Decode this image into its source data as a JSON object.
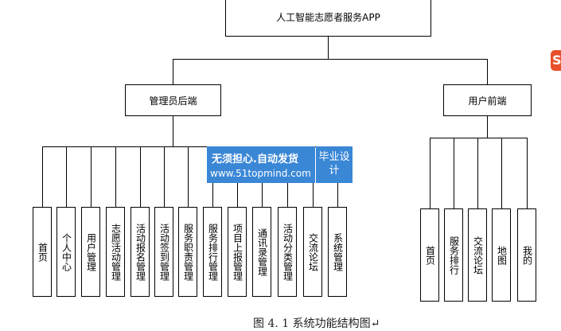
{
  "root": {
    "label": "人工智能志愿者服务APP"
  },
  "branches": [
    {
      "label": "管理员后端",
      "children": [
        "首页",
        "个人中心",
        "用户管理",
        "志愿活动管理",
        "活动报名管理",
        "活动签到管理",
        "服务职责管理",
        "服务排行管理",
        "项目上报管理",
        "通讯录管理",
        "活动分类管理",
        "交流论坛",
        "系统管理"
      ]
    },
    {
      "label": "用户前端",
      "children": [
        "首页",
        "服务排行",
        "交流论坛",
        "地图",
        "我的"
      ]
    }
  ],
  "watermark": {
    "line1": "无须担心.自动发货",
    "line2": "www.51topmind.com",
    "badge": "毕业设计"
  },
  "corner_mark": "S",
  "caption": "图 4. 1 系统功能结构图↵",
  "colors": {
    "watermark": "#3a87d6",
    "corner": "#e8502b"
  }
}
